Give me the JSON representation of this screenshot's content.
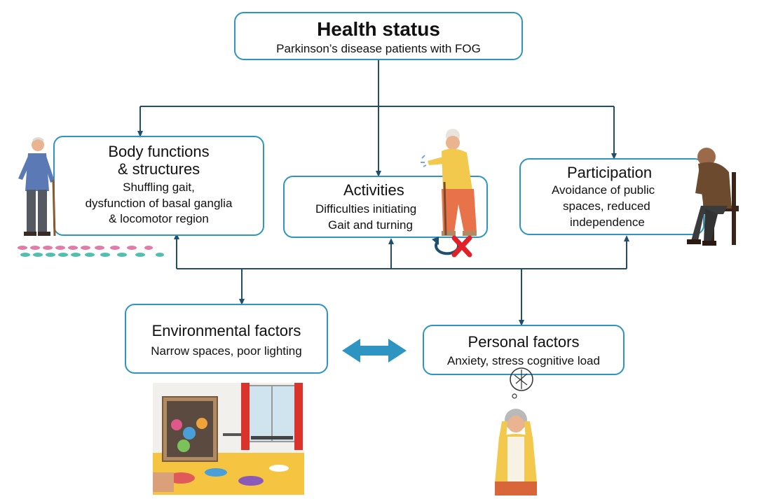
{
  "health_status": {
    "title": "Health status",
    "subtitle": "Parkinson’s disease patients with FOG"
  },
  "body_functions": {
    "title_line1": "Body functions",
    "title_line2": "& structures",
    "desc_line1": "Shuffling gait,",
    "desc_line2": "dysfunction of basal ganglia",
    "desc_line3": "& locomotor region"
  },
  "activities": {
    "title": "Activities",
    "desc_line1": "Difficulties initiating",
    "desc_line2": "Gait and turning"
  },
  "participation": {
    "title": "Participation",
    "desc_line1": "Avoidance of public",
    "desc_line2": "spaces, reduced",
    "desc_line3": "independence"
  },
  "environmental": {
    "title": "Environmental factors",
    "desc": "Narrow spaces, poor lighting"
  },
  "personal": {
    "title": "Personal factors",
    "desc": "Anxiety, stress cognitive load"
  },
  "colors": {
    "box_border": "#2e95c2",
    "connector": "#1f4e6e",
    "double_arrow": "#2e95c2",
    "cross": "#e2202a"
  },
  "illustrations": [
    "elderly-man-with-cane-icon",
    "elderly-woman-freezing-icon",
    "turning-blocked-icon",
    "seated-dejected-man-icon",
    "messy-room-icon",
    "anxious-woman-icon",
    "footprints-icon"
  ]
}
